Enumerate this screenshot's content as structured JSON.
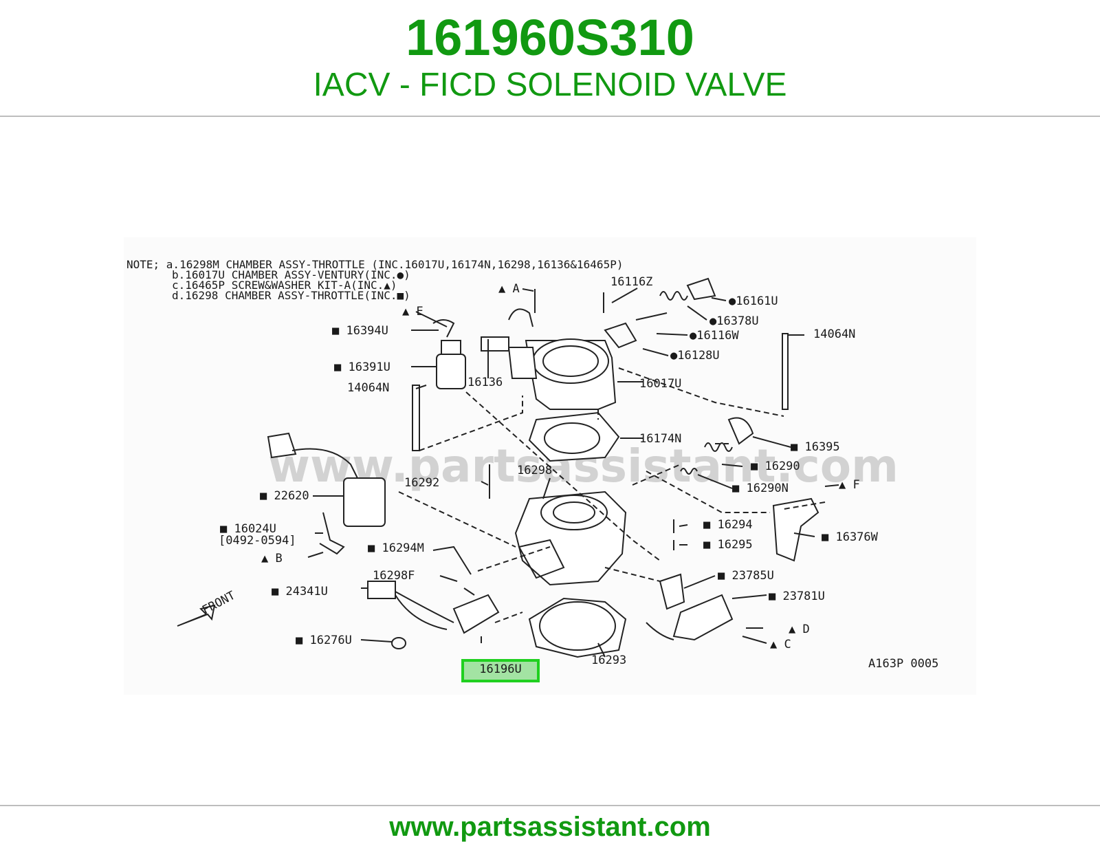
{
  "header": {
    "part_number": "161960S310",
    "part_title": "IACV - FICD SOLENOID VALVE"
  },
  "diagram": {
    "notes": [
      "NOTE; a.16298M CHAMBER ASSY-THROTTLE (INC.16017U,16174N,16298,16136&16465P)",
      "b.16017U CHAMBER ASSY-VENTURY(INC.●)",
      "c.16465P SCREW&WASHER KIT-A(INC.▲)",
      "d.16298  CHAMBER ASSY-THROTTLE(INC.■)"
    ],
    "watermark": "www.partsassistant.com",
    "front_label": "FRONT",
    "code": "A163P 0005",
    "highlighted_part": "16196U",
    "callouts": {
      "c16394U": "■ 16394U",
      "c16391U": "■ 16391U",
      "c14064N_left": "14064N",
      "c16136": "16136",
      "cA": "▲ A",
      "cE": "▲ E",
      "c16116Z": "16116Z",
      "c16161U": "●16161U",
      "c16378U": "●16378U",
      "c16116W": "●16116W",
      "c16128U": "●16128U",
      "c14064N_right": "14064N",
      "c16017U": "16017U",
      "c16174N": "16174N",
      "c16395": "■ 16395",
      "c16290": "■ 16290",
      "c16290N": "■ 16290N",
      "c16298": "16298",
      "c16292": "16292",
      "cF": "▲ F",
      "c22620": "■ 22620",
      "c16294": "■ 16294",
      "c16295": "■ 16295",
      "c16376W": "■ 16376W",
      "c16024U": "■ 16024U",
      "c16024U_range": "[0492-0594]",
      "cB": "▲ B",
      "c16294M": "■ 16294M",
      "c23785U": "■ 23785U",
      "c16298F": "16298F",
      "c24341U": "■ 24341U",
      "c23781U": "■ 23781U",
      "cD": "▲ D",
      "cC": "▲ C",
      "c16276U": "■ 16276U",
      "c16293": "16293"
    }
  },
  "footer": {
    "url": "www.partsassistant.com"
  }
}
